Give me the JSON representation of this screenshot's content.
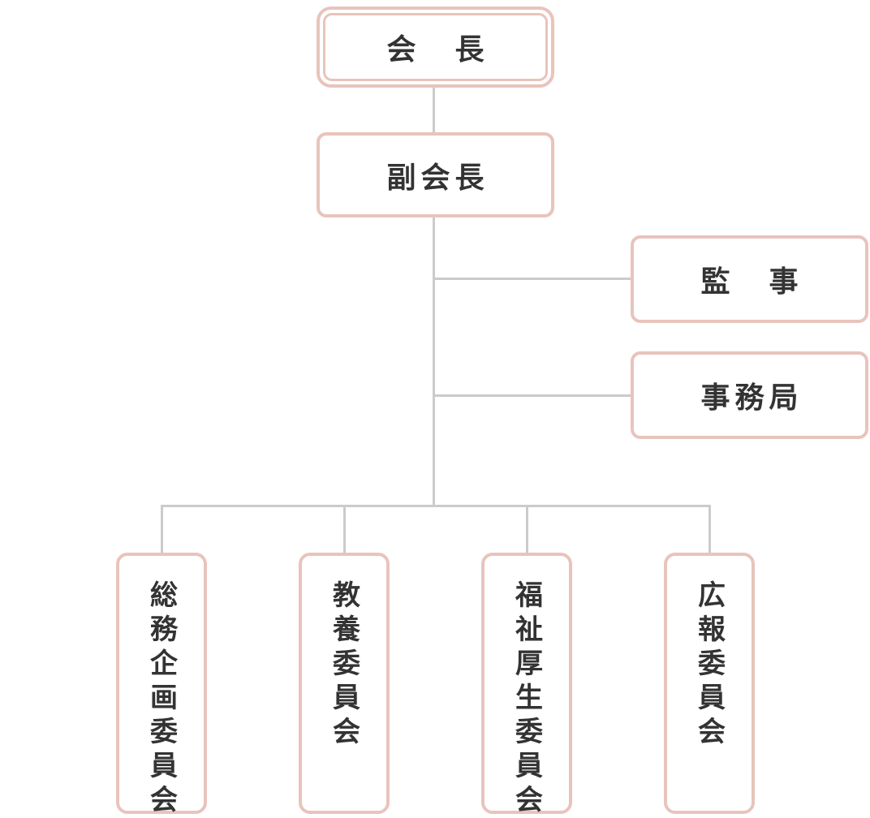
{
  "org_chart": {
    "chairman": {
      "label": "会　長"
    },
    "vice_chairman": {
      "label": "副会長"
    },
    "auditor": {
      "label": "監　事"
    },
    "secretariat": {
      "label": "事務局"
    },
    "committees": [
      {
        "label": "総務企画委員会"
      },
      {
        "label": "教養委員会"
      },
      {
        "label": "福祉厚生委員会"
      },
      {
        "label": "広報委員会"
      }
    ],
    "colors": {
      "node_border": "#e8c4bc",
      "connector": "#cbcbcb",
      "text": "#333333",
      "background": "#ffffff"
    }
  }
}
